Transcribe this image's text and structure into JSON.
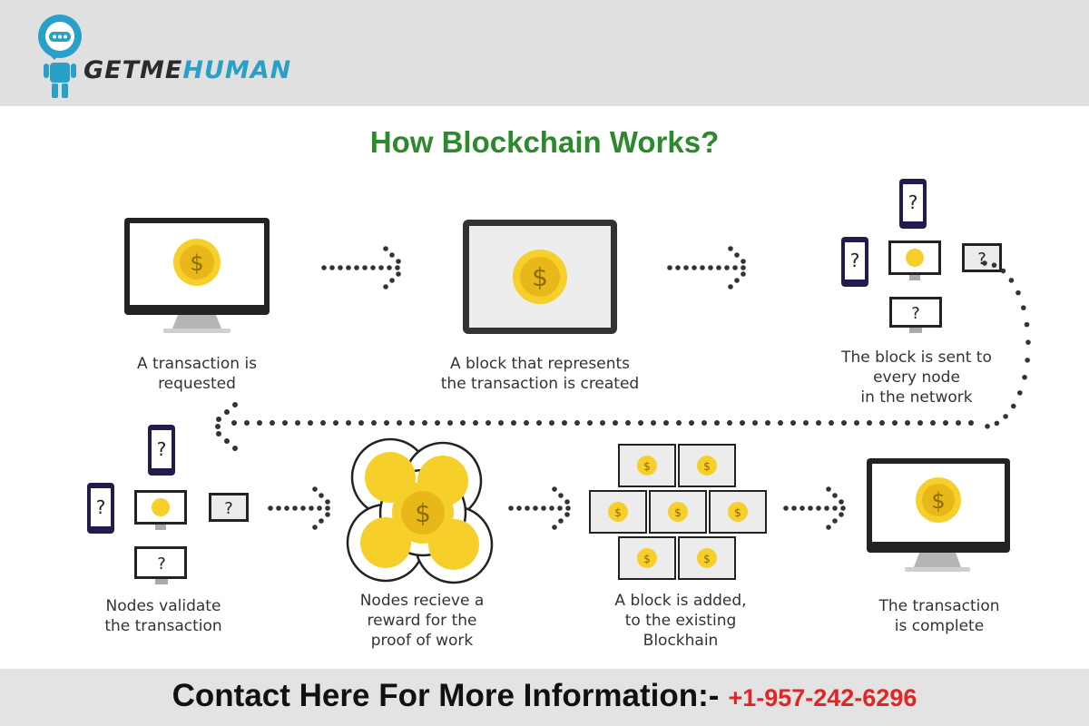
{
  "brand": {
    "name_part1": "GETME",
    "name_part2": "HUMAN",
    "colors": {
      "dark": "#2b2b2b",
      "accent": "#2aa0c8"
    },
    "icon": "chat-bubble-person-icon"
  },
  "title": "How Blockchain Works?",
  "symbols": {
    "coin": "$",
    "unknown": "?"
  },
  "steps": [
    {
      "caption": "A transaction is\nrequested",
      "icon": "desktop-monitor-icon"
    },
    {
      "caption": "A block that represents\nthe transaction is created",
      "icon": "tablet-icon"
    },
    {
      "caption": "The block is sent to\nevery node\nin the network",
      "icon": "network-nodes-icon"
    },
    {
      "caption": "Nodes validate\nthe transaction",
      "icon": "network-nodes-icon"
    },
    {
      "caption": "Nodes recieve a\nreward for the\nproof of work",
      "icon": "coins-icon"
    },
    {
      "caption": "A block is added,\nto the existing\nBlockhain",
      "icon": "block-grid-icon"
    },
    {
      "caption": "The transaction\nis complete",
      "icon": "desktop-monitor-icon"
    }
  ],
  "contact": {
    "label": "Contact Here For More Information:-",
    "phone": "+1-957-242-6296",
    "colors": {
      "label": "#111111",
      "phone": "#e02525"
    }
  },
  "colors": {
    "title": "#2c8a2c",
    "coin": "#f7cf2b",
    "coin_inner": "#e8b81a",
    "phone_frame": "#241a4d",
    "dots": "#333333"
  }
}
